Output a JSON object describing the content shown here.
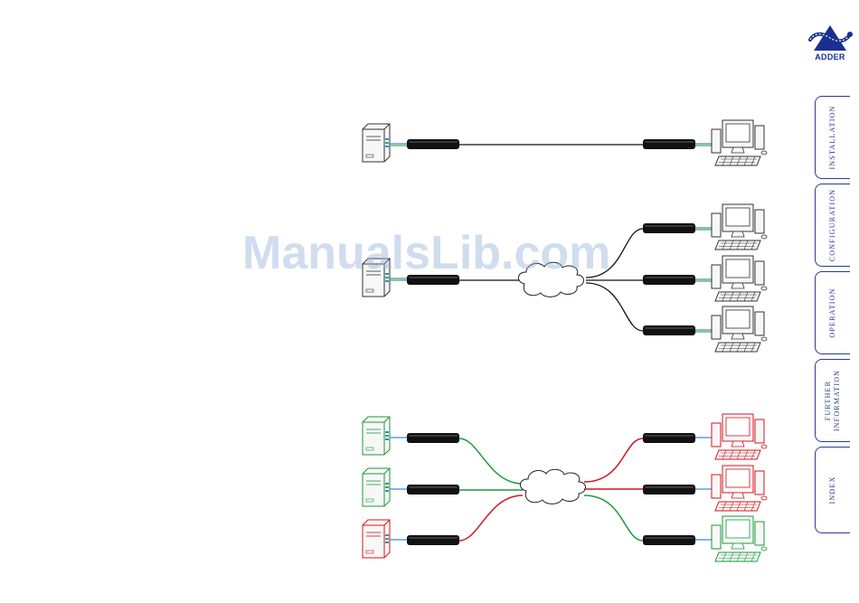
{
  "brand": {
    "logo_text": "ADDER"
  },
  "watermark": "ManualsLib.com",
  "tabs": [
    {
      "label": "INSTALLATION"
    },
    {
      "label": "CONFIGURATION"
    },
    {
      "label": "OPERATION"
    },
    {
      "label": "FURTHER INFORMATION",
      "line1": "FURTHER",
      "line2": "INFORMATION"
    },
    {
      "label": "INDEX"
    }
  ],
  "colors": {
    "accent": "#2c3a8c",
    "link_green": "#1a9a3a",
    "link_red": "#d4141c",
    "cable": "#111111"
  }
}
